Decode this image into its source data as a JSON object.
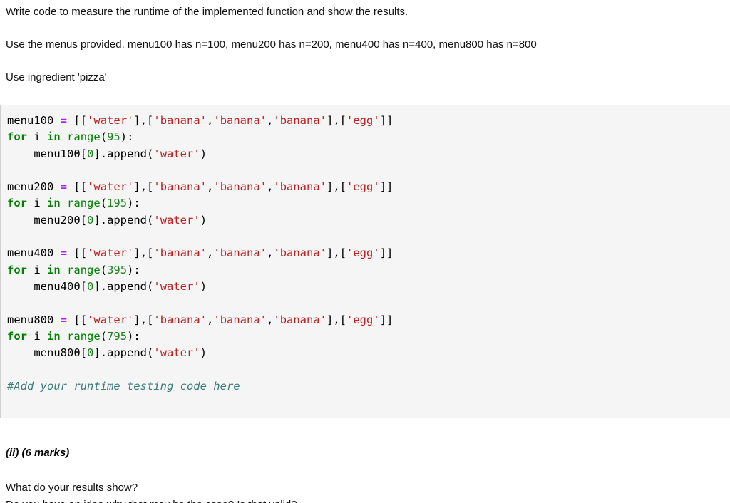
{
  "document": {
    "intro_paragraph": "Write code to measure the runtime of the implemented function and show the results.",
    "menus_paragraph": "Use the menus provided. menu100 has n=100, menu200 has n=200, menu400 has n=400, menu800 has n=800",
    "ingredient_paragraph": "Use ingredient 'pizza'"
  },
  "code_block": {
    "language": "python",
    "background_color": "#f5f5f5",
    "border_color": "#e3e3e3",
    "token_colors": {
      "string": "#ba2121",
      "keyword": "#008000",
      "builtin": "#008000",
      "number": "#1a7f1a",
      "operator": "#aa22ff",
      "comment": "#3d7b7b",
      "plain": "#000000"
    },
    "blocks": [
      {
        "name": "menu100",
        "assignment_value": "[['water'],['banana','banana','banana'],['egg']]",
        "loop_range": "95",
        "append_target": "menu100[0]",
        "append_value": "water"
      },
      {
        "name": "menu200",
        "assignment_value": "[['water'],['banana','banana','banana'],['egg']]",
        "loop_range": "195",
        "append_target": "menu200[0]",
        "append_value": "water"
      },
      {
        "name": "menu400",
        "assignment_value": "[['water'],['banana','banana','banana'],['egg']]",
        "loop_range": "395",
        "append_target": "menu400[0]",
        "append_value": "water"
      },
      {
        "name": "menu800",
        "assignment_value": "[['water'],['banana','banana','banana'],['egg']]",
        "loop_range": "795",
        "append_target": "menu800[0]",
        "append_value": "water"
      }
    ],
    "tokens": {
      "kw_for": "for",
      "kw_in": "in",
      "var_i": "i",
      "builtin_range": "range",
      "op_assign": "=",
      "method_append": ".append",
      "index_zero": "0",
      "str_water": "'water'",
      "str_banana": "'banana'",
      "str_egg": "'egg'",
      "comment": "#Add your runtime testing code here"
    }
  },
  "question_section": {
    "marks_label": "(ii) (6 marks)",
    "question_text": "What do your results show?",
    "clipped_line": "Do you have an idea why that may be the case? Is that valid?"
  }
}
